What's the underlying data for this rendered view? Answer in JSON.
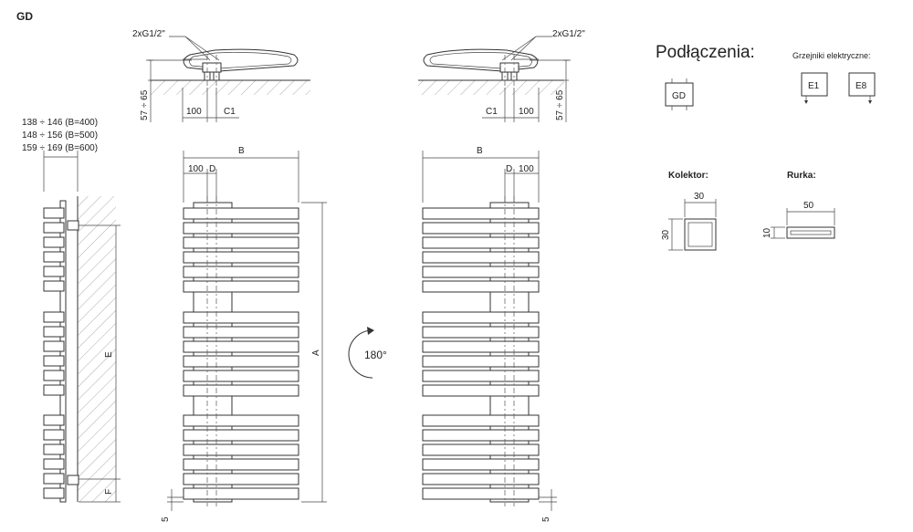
{
  "model": "GD",
  "connections": {
    "thread_label": "2xG1/2\"",
    "height_range": "57 ÷ 65",
    "dim_100": "100",
    "dim_c1": "C1"
  },
  "side_view": {
    "depth_lines": [
      "138 ÷ 146 (B=400)",
      "148 ÷ 156 (B=500)",
      "159 ÷ 169 (B=600)"
    ],
    "dim_e": "E",
    "dim_f": "F"
  },
  "front_view": {
    "dim_b": "B",
    "dim_100": "100",
    "dim_d": "D",
    "dim_a": "A",
    "dim_5": "5"
  },
  "rotation": "180°",
  "legend": {
    "title": "Podłączenia:",
    "electric_title": "Grzejniki elektryczne:",
    "gd_box": "GD",
    "e1_box": "E1",
    "e8_box": "E8"
  },
  "profiles": {
    "kolektor_title": "Kolektor:",
    "kolektor_w": "30",
    "kolektor_h": "30",
    "rurka_title": "Rurka:",
    "rurka_w": "50",
    "rurka_h": "10"
  }
}
